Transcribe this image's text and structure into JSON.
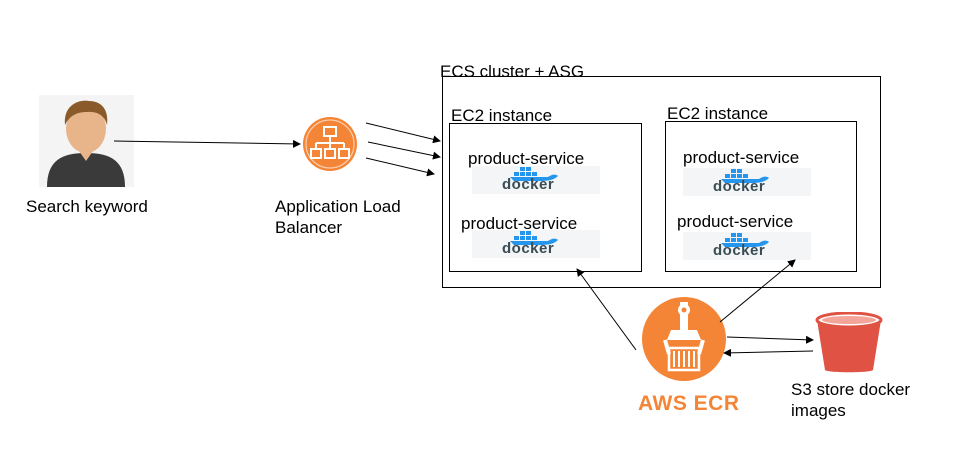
{
  "user": {
    "label": "Search keyword",
    "icon": "user-icon"
  },
  "alb": {
    "label_line1": "Application Load",
    "label_line2": "Balancer",
    "icon": "load-balancer-icon"
  },
  "cluster": {
    "title": "ECS cluster + ASG"
  },
  "instances": [
    {
      "title": "EC2 instance",
      "services": [
        "product-service",
        "product-service"
      ]
    },
    {
      "title": "EC2 instance",
      "services": [
        "product-service",
        "product-service"
      ]
    }
  ],
  "docker": {
    "wordmark": "docker",
    "icon": "docker-whale-icon"
  },
  "ecr": {
    "label": "AWS ECR",
    "icon": "ecr-robot-arm-icon",
    "color": "#f58536"
  },
  "s3": {
    "label_line1": "S3 store docker",
    "label_line2": "images",
    "icon": "s3-bucket-icon",
    "color": "#e05243"
  },
  "colors": {
    "alb": "#f58536",
    "docker": "#2496ed"
  }
}
